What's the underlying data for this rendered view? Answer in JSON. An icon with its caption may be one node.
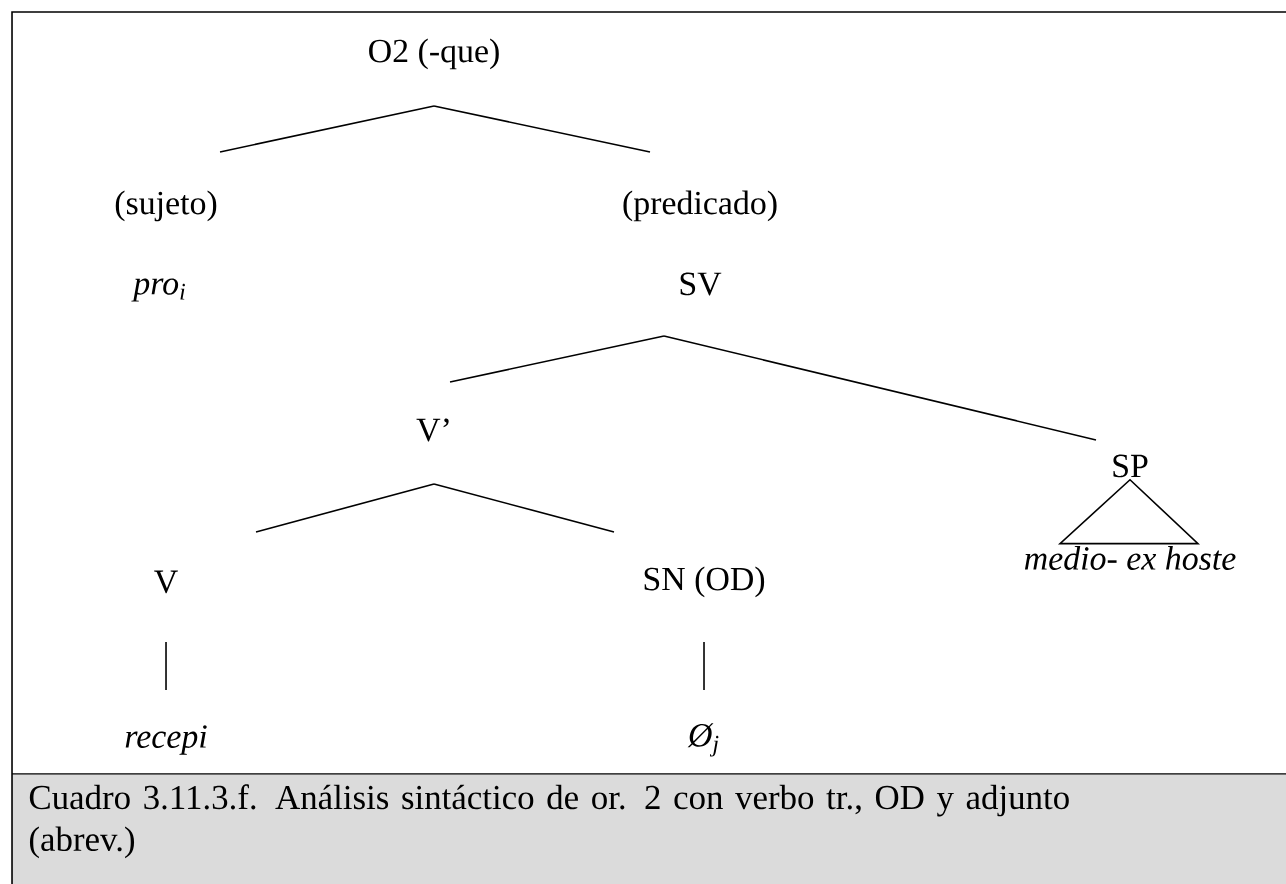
{
  "diagram": {
    "caption": "Cuadro 3.11.3.f. Análisis sintáctico de or. 2 con verbo tr., OD y adjunto (abrev.)",
    "nodes": [
      {
        "text": [
          "O2 (-que)"
        ]
      },
      {
        "text": [
          "(sujeto)"
        ]
      },
      {
        "text": [
          "pro$_{i}$"
        ]
      },
      {
        "text": [
          "(predicado)"
        ]
      },
      {
        "text": [
          "SV"
        ]
      },
      {
        "text": [
          "V’"
        ]
      },
      {
        "text": [
          "SP"
        ]
      },
      {
        "text": [
          "V"
        ]
      },
      {
        "text": [
          "SN (OD)"
        ]
      },
      {
        "text": [
          "medio- ex hoste"
        ]
      },
      {
        "text": [
          "recepi"
        ]
      },
      {
        "text": [
          "Ø$_{j}$"
        ]
      }
    ],
    "edges": [
      {
        "from": 0,
        "to": 1,
        "arrow": "none"
      },
      {
        "from": 0,
        "to": 3,
        "arrow": "none"
      },
      {
        "from": 4,
        "to": 5,
        "arrow": "none"
      },
      {
        "from": 4,
        "to": 6,
        "arrow": "none"
      },
      {
        "from": 5,
        "to": 7,
        "arrow": "none"
      },
      {
        "from": 5,
        "to": 8,
        "arrow": "none"
      },
      {
        "from": 6,
        "to": 9,
        "arrow": "none"
      },
      {
        "from": 7,
        "to": 10,
        "arrow": "none"
      },
      {
        "from": 8,
        "to": 11,
        "arrow": "none"
      }
    ]
  }
}
